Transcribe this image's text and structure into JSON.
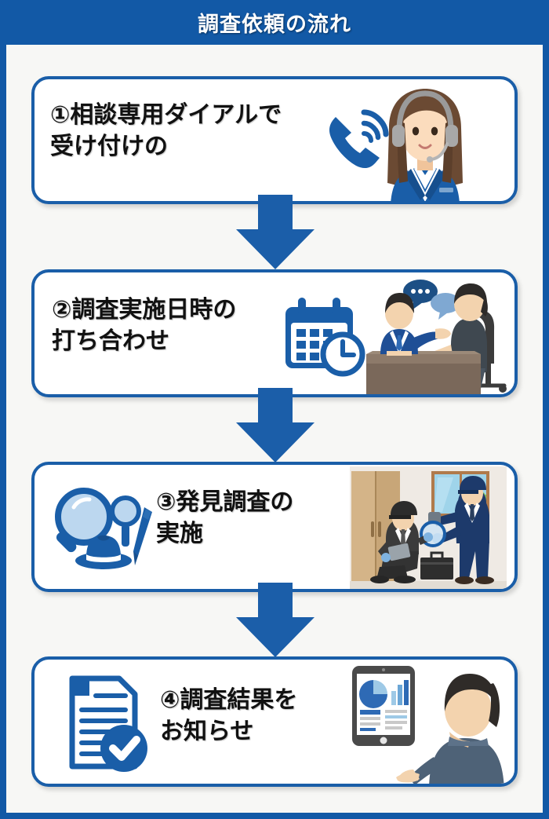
{
  "header": {
    "title": "調査依頼の流れ",
    "bg_color": "#1259a6",
    "text_color": "#ffffff"
  },
  "theme": {
    "primary_blue": "#1259a6",
    "card_border": "#1a5ea8",
    "card_bg": "#ffffff",
    "sheet_bg": "#f7f7f5",
    "arrow_blue": "#1b5ea9",
    "icon_blue": "#1a5ea8",
    "text_color": "#111111"
  },
  "flow": {
    "steps": [
      {
        "number": "①",
        "text": "①相談専用ダイアルで\n受け付けの",
        "line1": "①相談専用ダイアルで",
        "line2": "受け付けの",
        "icons": [
          "phone-ringing-icon",
          "operator-woman-illustration"
        ],
        "text_align": "left"
      },
      {
        "number": "②",
        "text": "②調査実施日時の\n打ち合わせ",
        "line1": "②調査実施日時の",
        "line2": "打ち合わせ",
        "icons": [
          "calendar-clock-icon",
          "business-meeting-illustration"
        ],
        "text_align": "left"
      },
      {
        "number": "③",
        "text": "③発見調査の\n実施",
        "line1": "③発見調査の",
        "line2": "実施",
        "icons": [
          "magnifier-hat-pen-icon",
          "investigators-scene-illustration"
        ],
        "text_align": "center"
      },
      {
        "number": "④",
        "text": "④調査結果を\nお知らせ",
        "line1": "④調査結果を",
        "line2": "お知らせ",
        "icons": [
          "document-check-icon",
          "tablet-report-illustration"
        ],
        "text_align": "center"
      }
    ],
    "connectors": [
      {
        "name": "down-arrow-1",
        "from": 1,
        "to": 2
      },
      {
        "name": "down-arrow-2",
        "from": 2,
        "to": 3
      },
      {
        "name": "down-arrow-3",
        "from": 3,
        "to": 4
      }
    ]
  }
}
